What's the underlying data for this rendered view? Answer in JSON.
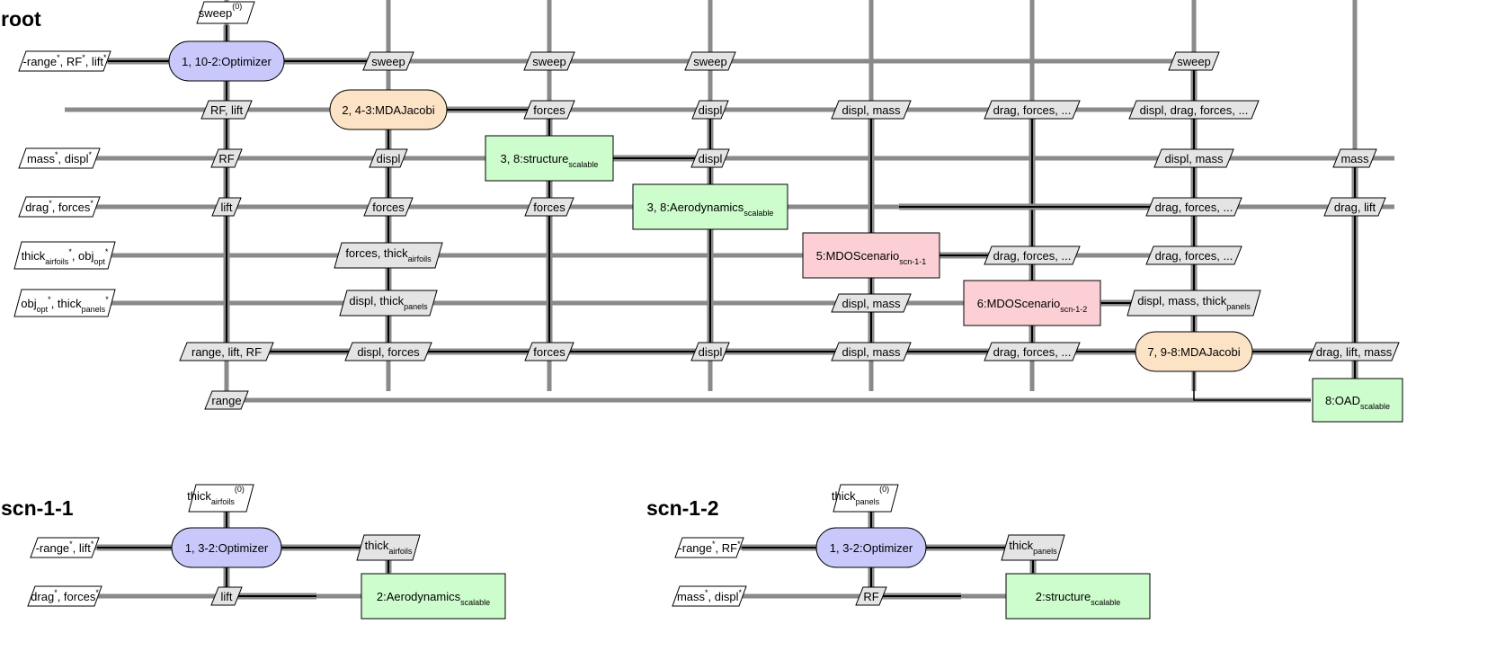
{
  "colors": {
    "optimizer": "#c8c8fb",
    "mda": "#fde3c6",
    "discipline": "#cdfccd",
    "scenario": "#fbcfd3",
    "coupling_box": "#e4e4e4",
    "io_box": "#ffffff",
    "line_gray": "#8a8a8a",
    "line_black": "#000000"
  },
  "diagrams": [
    {
      "key": "root",
      "title": "root",
      "nodes": [
        {
          "id": "opt",
          "label": "1, 10-2:Optimizer",
          "sub": "",
          "kind": "optimizer"
        },
        {
          "id": "mda1",
          "label": "2, 4-3:MDAJacobi",
          "sub": "",
          "kind": "mda"
        },
        {
          "id": "struct",
          "label": "3, 8:structure",
          "sub": "scalable",
          "kind": "discipline"
        },
        {
          "id": "aero",
          "label": "3, 8:Aerodynamics",
          "sub": "scalable",
          "kind": "discipline"
        },
        {
          "id": "scn1",
          "label": "5:MDOScenario",
          "sub": "scn-1-1",
          "kind": "scenario"
        },
        {
          "id": "scn2",
          "label": "6:MDOScenario",
          "sub": "scn-1-2",
          "kind": "scenario"
        },
        {
          "id": "mda2",
          "label": "7, 9-8:MDAJacobi",
          "sub": "",
          "kind": "mda"
        },
        {
          "id": "oad",
          "label": "8:OAD",
          "sub": "scalable",
          "kind": "discipline"
        }
      ],
      "inputs": [
        {
          "id": "in-sweep",
          "label": "sweep",
          "sup": "(0)"
        },
        {
          "id": "in-opt-left",
          "parts": [
            "-range",
            "*",
            ", RF",
            "*",
            ", lift",
            "*"
          ]
        },
        {
          "id": "in-struct-left",
          "parts": [
            "mass",
            "*",
            ", displ",
            "*"
          ]
        },
        {
          "id": "in-aero-left",
          "parts": [
            "drag",
            "*",
            ", forces",
            "*"
          ]
        },
        {
          "id": "in-scn1-left",
          "parts": [
            "thick",
            "airfoils",
            "*",
            ", obj",
            "opt",
            "*"
          ]
        },
        {
          "id": "in-scn2-left",
          "parts": [
            "obj",
            "opt",
            "*",
            ", thick",
            "panels",
            "*"
          ]
        }
      ],
      "couplings": [
        {
          "id": "c-opt-mda1",
          "label": "sweep",
          "sub": ""
        },
        {
          "id": "c-opt-struct",
          "label": "sweep",
          "sub": ""
        },
        {
          "id": "c-opt-aero",
          "label": "sweep",
          "sub": ""
        },
        {
          "id": "c-opt-mda2",
          "label": "sweep",
          "sub": ""
        },
        {
          "id": "c-mda1-opt",
          "label": "RF, lift",
          "sub": ""
        },
        {
          "id": "c-mda1-struct",
          "label": "forces",
          "sub": ""
        },
        {
          "id": "c-mda1-aero",
          "label": "displ",
          "sub": ""
        },
        {
          "id": "c-mda1-scn1",
          "label": "displ, mass",
          "sub": ""
        },
        {
          "id": "c-mda1-scn2",
          "label": "drag, forces, ...",
          "sub": ""
        },
        {
          "id": "c-mda1-mda2",
          "label": "displ, drag, forces, ...",
          "sub": ""
        },
        {
          "id": "c-struct-opt",
          "label": "RF",
          "sub": ""
        },
        {
          "id": "c-struct-mda1",
          "label": "displ",
          "sub": ""
        },
        {
          "id": "c-struct-aero",
          "label": "displ",
          "sub": ""
        },
        {
          "id": "c-struct-mda2",
          "label": "displ, mass",
          "sub": ""
        },
        {
          "id": "c-struct-oad",
          "label": "mass",
          "sub": ""
        },
        {
          "id": "c-aero-opt",
          "label": "lift",
          "sub": ""
        },
        {
          "id": "c-aero-mda1",
          "label": "forces",
          "sub": ""
        },
        {
          "id": "c-aero-struct",
          "label": "forces",
          "sub": ""
        },
        {
          "id": "c-aero-mda2",
          "label": "drag, forces, ...",
          "sub": ""
        },
        {
          "id": "c-aero-oad",
          "label": "drag, lift",
          "sub": ""
        },
        {
          "id": "c-scn1-mda1",
          "label": "forces, thick",
          "sub": "airfoils"
        },
        {
          "id": "c-scn1-scn2",
          "label": "drag, forces, ...",
          "sub": ""
        },
        {
          "id": "c-scn1-mda2",
          "label": "drag, forces, ...",
          "sub": ""
        },
        {
          "id": "c-scn2-mda1",
          "label": "displ, thick",
          "sub": "panels"
        },
        {
          "id": "c-scn2-scn1",
          "label": "displ, mass",
          "sub": ""
        },
        {
          "id": "c-scn2-mda2",
          "label": "displ, mass, thick",
          "sub": "panels"
        },
        {
          "id": "c-mda2-opt",
          "label": "range, lift, RF",
          "sub": ""
        },
        {
          "id": "c-mda2-mda1",
          "label": "displ, forces",
          "sub": ""
        },
        {
          "id": "c-mda2-struct",
          "label": "forces",
          "sub": ""
        },
        {
          "id": "c-mda2-aero",
          "label": "displ",
          "sub": ""
        },
        {
          "id": "c-mda2-scn1",
          "label": "displ, mass",
          "sub": ""
        },
        {
          "id": "c-mda2-scn2",
          "label": "drag, forces, ...",
          "sub": ""
        },
        {
          "id": "c-mda2-oad",
          "label": "drag, lift, mass",
          "sub": ""
        },
        {
          "id": "c-oad-opt",
          "label": "range",
          "sub": ""
        }
      ]
    },
    {
      "key": "scn11",
      "title": "scn-1-1",
      "nodes": [
        {
          "id": "opt",
          "label": "1, 3-2:Optimizer",
          "sub": "",
          "kind": "optimizer"
        },
        {
          "id": "aero",
          "label": "2:Aerodynamics",
          "sub": "scalable",
          "kind": "discipline"
        }
      ],
      "inputs": [
        {
          "id": "in-thick",
          "label": "thick",
          "sub": "airfoils",
          "sup": "(0)"
        },
        {
          "id": "in-opt-left",
          "parts": [
            "-range",
            "*",
            ", lift",
            "*"
          ]
        },
        {
          "id": "in-aero-left",
          "parts": [
            "drag",
            "*",
            ", forces",
            "*"
          ]
        }
      ],
      "couplings": [
        {
          "id": "c-opt-aero",
          "label": "thick",
          "sub": "airfoils"
        },
        {
          "id": "c-aero-opt",
          "label": "lift",
          "sub": ""
        }
      ]
    },
    {
      "key": "scn12",
      "title": "scn-1-2",
      "nodes": [
        {
          "id": "opt",
          "label": "1, 3-2:Optimizer",
          "sub": "",
          "kind": "optimizer"
        },
        {
          "id": "struct",
          "label": "2:structure",
          "sub": "scalable",
          "kind": "discipline"
        }
      ],
      "inputs": [
        {
          "id": "in-thick",
          "label": "thick",
          "sub": "panels",
          "sup": "(0)"
        },
        {
          "id": "in-opt-left",
          "parts": [
            "-range",
            "*",
            ", RF",
            "*"
          ]
        },
        {
          "id": "in-struct-left",
          "parts": [
            "mass",
            "*",
            ", displ",
            "*"
          ]
        }
      ],
      "couplings": [
        {
          "id": "c-opt-struct",
          "label": "thick",
          "sub": "panels"
        },
        {
          "id": "c-struct-opt",
          "label": "RF",
          "sub": ""
        }
      ]
    }
  ]
}
